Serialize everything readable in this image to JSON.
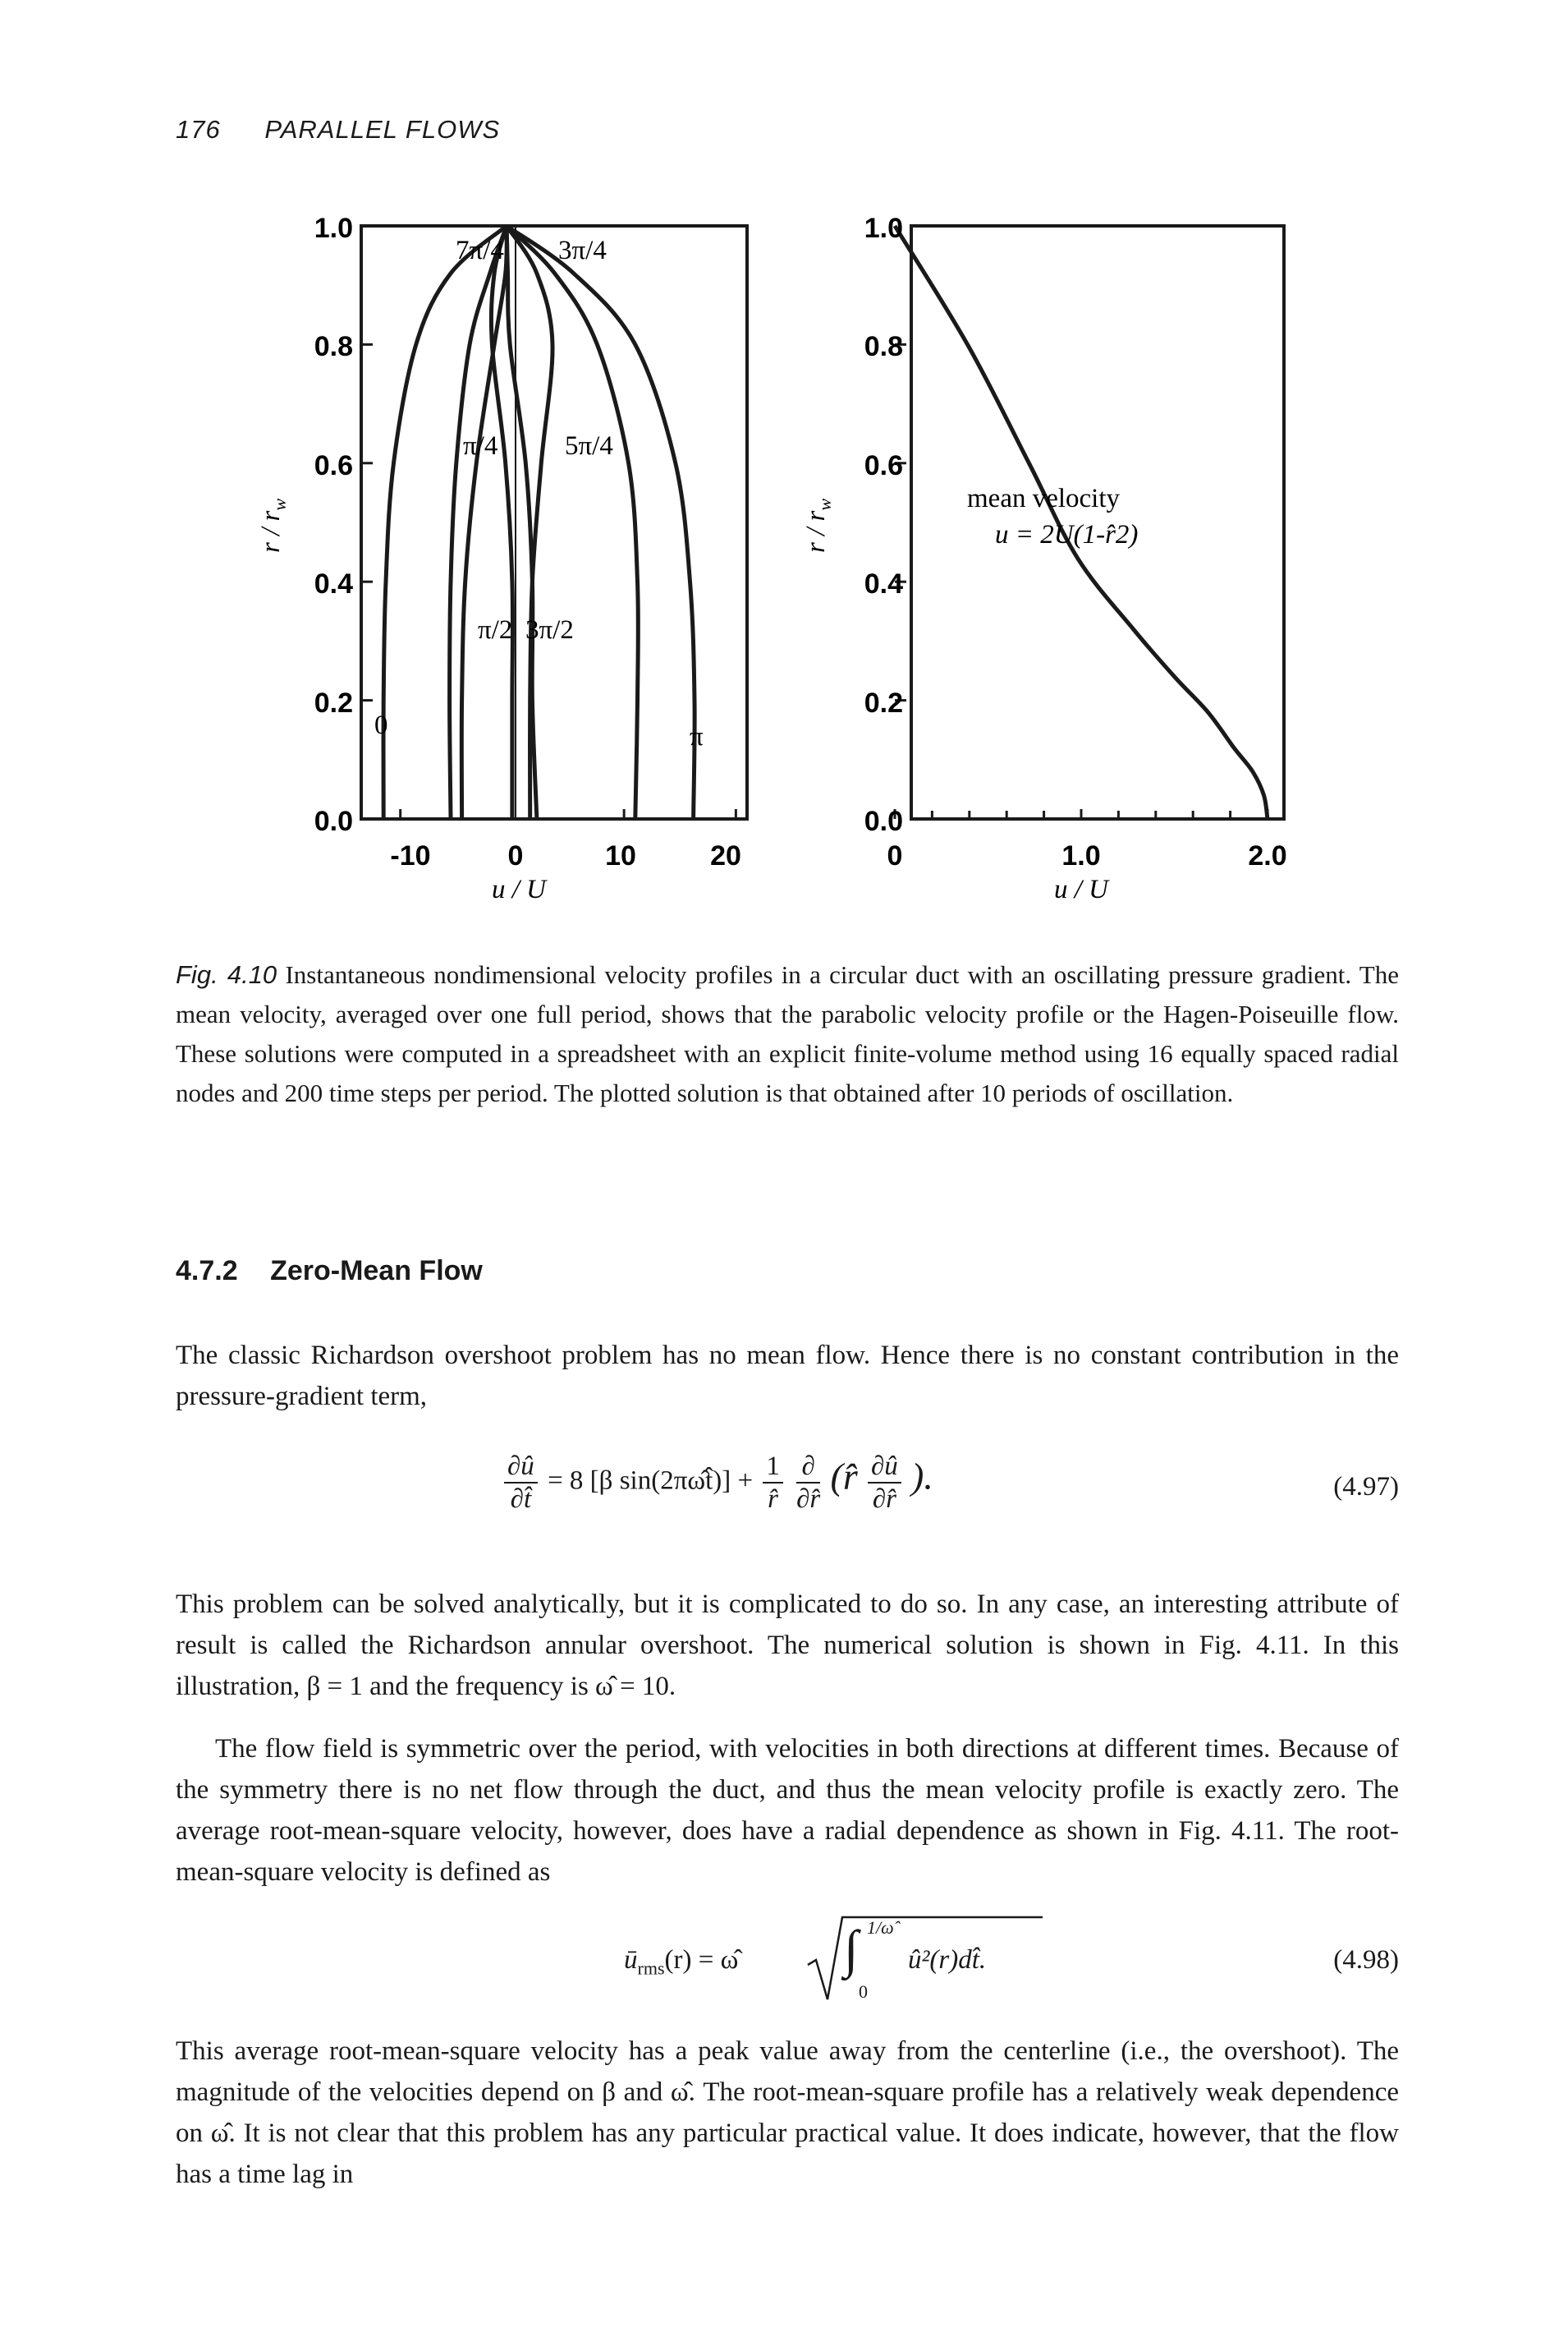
{
  "header": {
    "page_number": "176",
    "running_title": "PARALLEL FLOWS"
  },
  "figure": {
    "left_panel": {
      "y_ticks": [
        "1.0",
        "0.8",
        "0.6",
        "0.4",
        "0.2",
        "0.0"
      ],
      "x_ticks": [
        "-10",
        "0",
        "10",
        "20"
      ],
      "xlabel": "u / U",
      "ylabel": "r / r",
      "ylabel_sub": "w",
      "curve_labels": {
        "seven_pi_4": "7π/4",
        "three_pi_4": "3π/4",
        "pi_4": "π/4",
        "five_pi_4": "5π/4",
        "pi_2": "π/2",
        "three_pi_2": "3π/2",
        "zero": "0",
        "pi": "π"
      }
    },
    "right_panel": {
      "y_ticks": [
        "1.0",
        "0.8",
        "0.6",
        "0.4",
        "0.2",
        "0.0"
      ],
      "x_ticks": [
        "0",
        "1.0",
        "2.0"
      ],
      "xlabel": "u / U",
      "ylabel": "r / r",
      "ylabel_sub": "w",
      "annotation_line1": "mean velocity",
      "annotation_line2": "u = 2U(1-r̂2)"
    }
  },
  "chart_data": [
    {
      "type": "line",
      "x_ticks": [
        -10,
        0,
        10,
        20
      ],
      "xlim": [
        -13.5,
        21
      ],
      "ylim": [
        0,
        1
      ],
      "series": [
        {
          "name": "0",
          "x": [
            -11.5,
            -11.5,
            -11.3,
            -10.6,
            -8.6,
            -5.5,
            -0.5
          ],
          "y": [
            0,
            0.2,
            0.4,
            0.6,
            0.8,
            0.92,
            1.0
          ]
        },
        {
          "name": "π/4",
          "x": [
            -5.5,
            -5.6,
            -5.5,
            -5.0,
            -3.8,
            -2.0,
            -0.5
          ],
          "y": [
            0,
            0.2,
            0.4,
            0.6,
            0.8,
            0.92,
            1.0
          ]
        },
        {
          "name": "π/2",
          "x": [
            0,
            0,
            0,
            -0.6,
            -1.8,
            -1.6,
            -0.5
          ],
          "y": [
            0,
            0.2,
            0.4,
            0.6,
            0.8,
            0.92,
            1.0
          ]
        },
        {
          "name": "3π/4",
          "x": [
            2.2,
            1.8,
            1.8,
            1.2,
            -0.2,
            -0.4,
            -0.5
          ],
          "y": [
            0,
            0.2,
            0.4,
            0.6,
            0.8,
            0.92,
            1.0
          ]
        },
        {
          "name": "π",
          "x": [
            16.2,
            16.3,
            15.9,
            14.6,
            11.0,
            5.5,
            -0.5
          ],
          "y": [
            0,
            0.2,
            0.4,
            0.6,
            0.8,
            0.92,
            1.0
          ]
        },
        {
          "name": "5π/4",
          "x": [
            11.0,
            11.2,
            11.2,
            10.4,
            7.6,
            3.8,
            -0.5
          ],
          "y": [
            0,
            0.2,
            0.4,
            0.6,
            0.8,
            0.92,
            1.0
          ]
        },
        {
          "name": "3π/2",
          "x": [
            1.6,
            1.6,
            1.8,
            2.6,
            3.6,
            2.2,
            -0.5
          ],
          "y": [
            0,
            0.2,
            0.4,
            0.6,
            0.8,
            0.92,
            1.0
          ]
        },
        {
          "name": "7π/4",
          "x": [
            -4.5,
            -4.5,
            -4.2,
            -3.2,
            -1.6,
            -0.6,
            -0.5
          ],
          "y": [
            0,
            0.2,
            0.4,
            0.6,
            0.8,
            0.92,
            1.0
          ]
        }
      ]
    },
    {
      "type": "line",
      "x_ticks": [
        0,
        1.0,
        2.0
      ],
      "xlim": [
        0,
        2.0
      ],
      "ylim": [
        0,
        1
      ],
      "series": [
        {
          "name": "mean velocity",
          "x": [
            0,
            0.39,
            0.72,
            0.98,
            1.28,
            1.5,
            1.68,
            1.82,
            1.92,
            1.98,
            2.0
          ],
          "y": [
            1.0,
            0.8,
            0.6,
            0.44,
            0.32,
            0.24,
            0.18,
            0.12,
            0.08,
            0.04,
            0.0
          ]
        }
      ]
    }
  ],
  "caption": {
    "fig_number": "Fig. 4.10",
    "text": "Instantaneous nondimensional velocity profiles in a circular duct with an oscillating pressure gradient. The mean velocity, averaged over one full period, shows that the parabolic velocity profile or the Hagen-Poiseuille flow. These solutions were computed in a spreadsheet with an explicit finite-volume method using 16 equally spaced radial nodes and 200 time steps per period. The plotted solution is that obtained after 10 periods of oscillation."
  },
  "section": {
    "number": "4.7.2",
    "title": "Zero-Mean Flow"
  },
  "paragraphs": {
    "p1": "The classic Richardson overshoot problem has no mean flow. Hence there is no constant contribution in the pressure-gradient term,",
    "p2": "This problem can be solved analytically, but it is complicated to do so. In any case, an interesting attribute of result is called the Richardson annular overshoot. The numerical solution is shown in Fig. 4.11. In this illustration, β = 1 and the frequency is ω̂ = 10.",
    "p3": "The flow field is symmetric over the period, with velocities in both directions at different times. Because of the symmetry there is no net flow through the duct, and thus the mean velocity profile is exactly zero. The average root-mean-square velocity, however, does have a radial dependence as shown in Fig. 4.11. The root-mean-square velocity is defined as",
    "p4": "This average root-mean-square velocity has a peak value away from the centerline (i.e., the overshoot). The magnitude of the velocities depend on β and ω̂. The root-mean-square profile has a relatively weak dependence on ω̂. It is not clear that this problem has any particular practical value. It does indicate, however, that the flow has a time lag in"
  },
  "equations": {
    "eq97": {
      "lhs_num": "∂û",
      "lhs_den": "∂t̂",
      "middle": "= 8 [β sin(2πω̂t̂)] +",
      "coef_num": "1",
      "coef_den": "r̂",
      "d_num": "∂",
      "d_den": "∂r̂",
      "inner_left": "(r̂",
      "inner_num": "∂û",
      "inner_den": "∂r̂",
      "inner_right": ").",
      "number": "(4.97)"
    },
    "eq98": {
      "lhs": "ū",
      "lhs_sub": "rms",
      "lhs_arg": "(r) = ω̂",
      "upper": "1/ω̂",
      "lower": "0",
      "integrand": "û²(r)dt̂.",
      "number": "(4.98)"
    }
  }
}
